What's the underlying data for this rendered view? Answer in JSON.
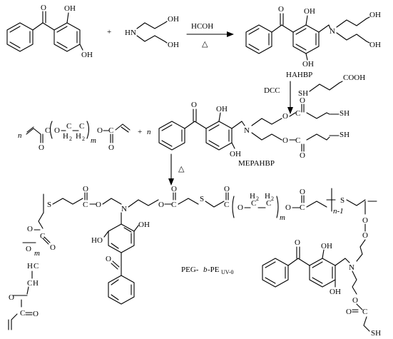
{
  "diagram": {
    "reagents": {
      "formaldehyde": "HCOH",
      "heat": "△",
      "dcc": "DCC",
      "thiol": "SH",
      "cooh": "COOH",
      "plus": "+"
    },
    "compounds": {
      "hahbp": "HAHBP",
      "mepahbp": "MEPAHBP",
      "product_main": "PEG-",
      "product_b": "b",
      "product_pe": "-PE",
      "product_sub": "UV-0"
    },
    "atoms": {
      "oh": "OH",
      "ho": "HO",
      "o": "O",
      "n": "N",
      "s": "S",
      "sh": "SH",
      "hn": "HN",
      "h2": "H",
      "c": "C",
      "two": "2"
    },
    "subscripts": {
      "n": "n",
      "m": "m",
      "n_minus_1": "n-1"
    }
  }
}
